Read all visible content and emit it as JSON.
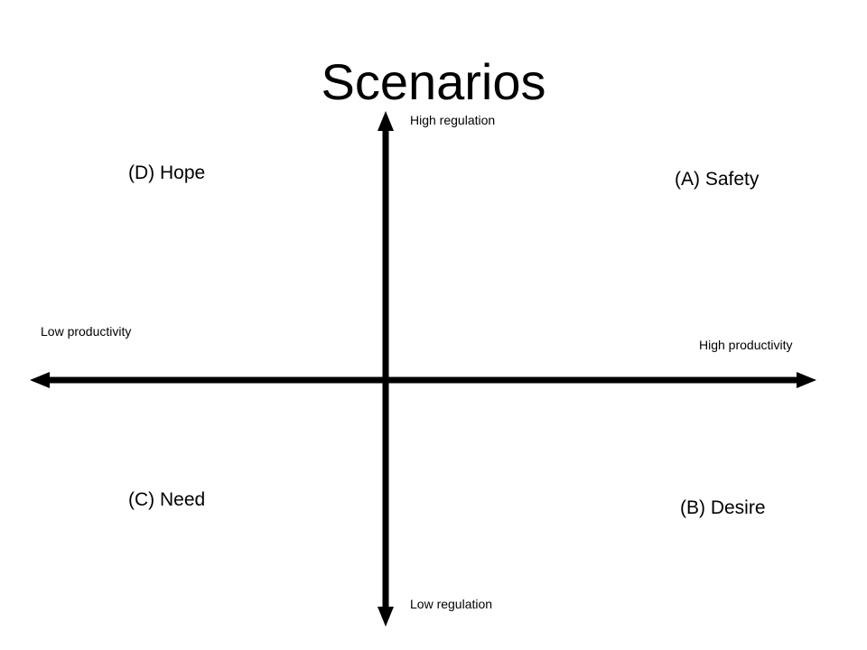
{
  "title": "Scenarios",
  "axes": {
    "vertical": {
      "top_label": "High regulation",
      "bottom_label": "Low regulation"
    },
    "horizontal": {
      "left_label": "Low productivity",
      "right_label": "High productivity"
    }
  },
  "quadrants": {
    "top_left": "(D) Hope",
    "top_right": "(A) Safety",
    "bottom_left": "(C) Need",
    "bottom_right": "(B) Desire"
  },
  "colors": {
    "background": "#ffffff",
    "ink": "#000000"
  }
}
